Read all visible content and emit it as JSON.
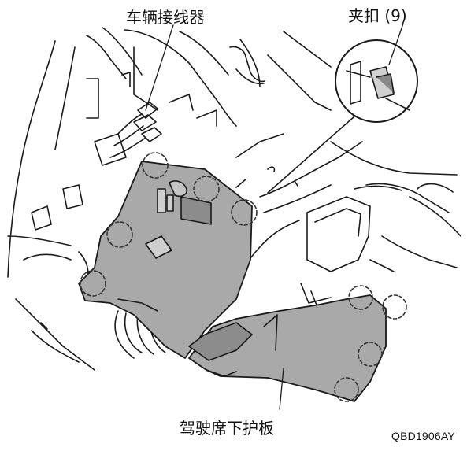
{
  "labels": {
    "vehicle_connector": "车辆接线器",
    "clip": "夹扣 (9)",
    "lower_cover": "驾驶席下护板",
    "figure_code": "QBD1906AY"
  },
  "colors": {
    "line": "#1a1a1a",
    "panel_fill": "#a9a9a9",
    "panel_shadow": "#8c8c8c",
    "background": "#ffffff"
  },
  "icons": {
    "clip_callout": "magnified-circle",
    "clip_positions": "dashed-circle"
  }
}
